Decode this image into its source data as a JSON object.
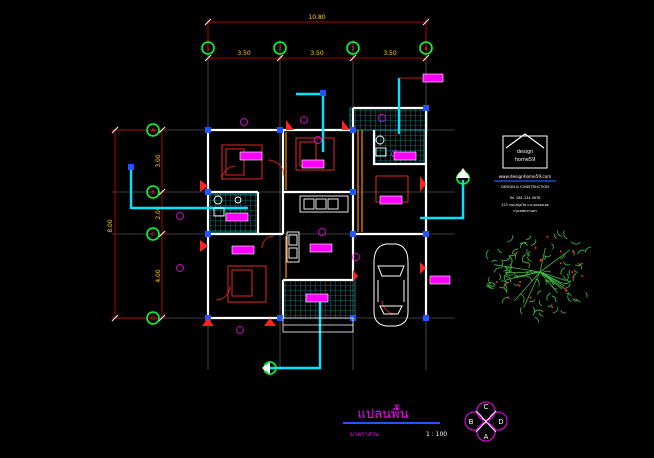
{
  "drawing": {
    "background": "#000000",
    "colors": {
      "grid": "#8a8a8a",
      "dim": "#e00000",
      "wall": "#ffffff",
      "cyan": "#00e5ff",
      "magenta": "#ff00ff",
      "green": "#00ff33",
      "orange": "#ff8c00",
      "blue": "#2255ff",
      "yellow": "#ffd200",
      "tree": "#3fbf3f"
    },
    "dimensions": {
      "overall_width": "10.80",
      "segments_top": [
        "3.50",
        "3.50",
        "3.50"
      ],
      "overall_depth": "8.00",
      "segments_left": [
        "3.00",
        "2.00",
        "4.00"
      ]
    },
    "grid_markers_top": [
      "1",
      "2",
      "3",
      "4"
    ],
    "grid_markers_left": [
      "A",
      "B",
      "C",
      "D"
    ],
    "logo": {
      "line1": "design",
      "line2": "home59",
      "website": "www.designhome59.com",
      "tagline": "DESIGN & CONSTRUCTION",
      "phone": "Tel. 081-234-5678",
      "address_1": "123 ถนนสุขุมวิท แขวงคลองเตย",
      "address_2": "กรุงเทพมหานคร"
    },
    "title": {
      "main": "แปลนพื้น",
      "scale_label": "มาตราส่วน",
      "scale_value": "1 : 100"
    },
    "compass": [
      "C",
      "B",
      "D",
      "A"
    ]
  }
}
